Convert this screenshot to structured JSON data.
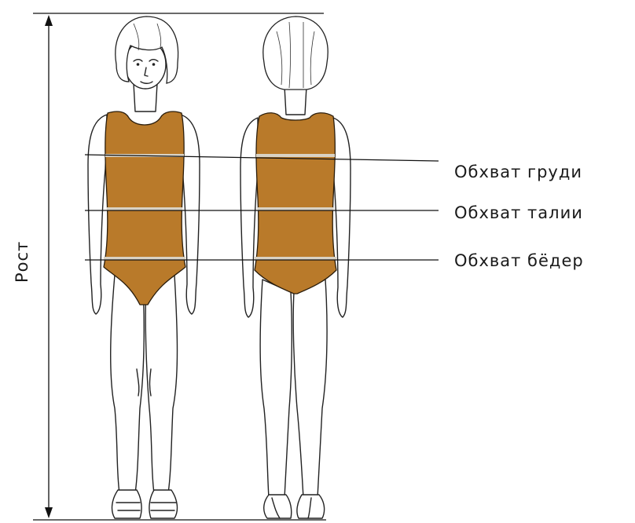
{
  "labels": {
    "chest": "Обхват  груди",
    "waist": "Обхват  талии",
    "hips": "Обхват  бёдер",
    "height": "Рост"
  }
}
